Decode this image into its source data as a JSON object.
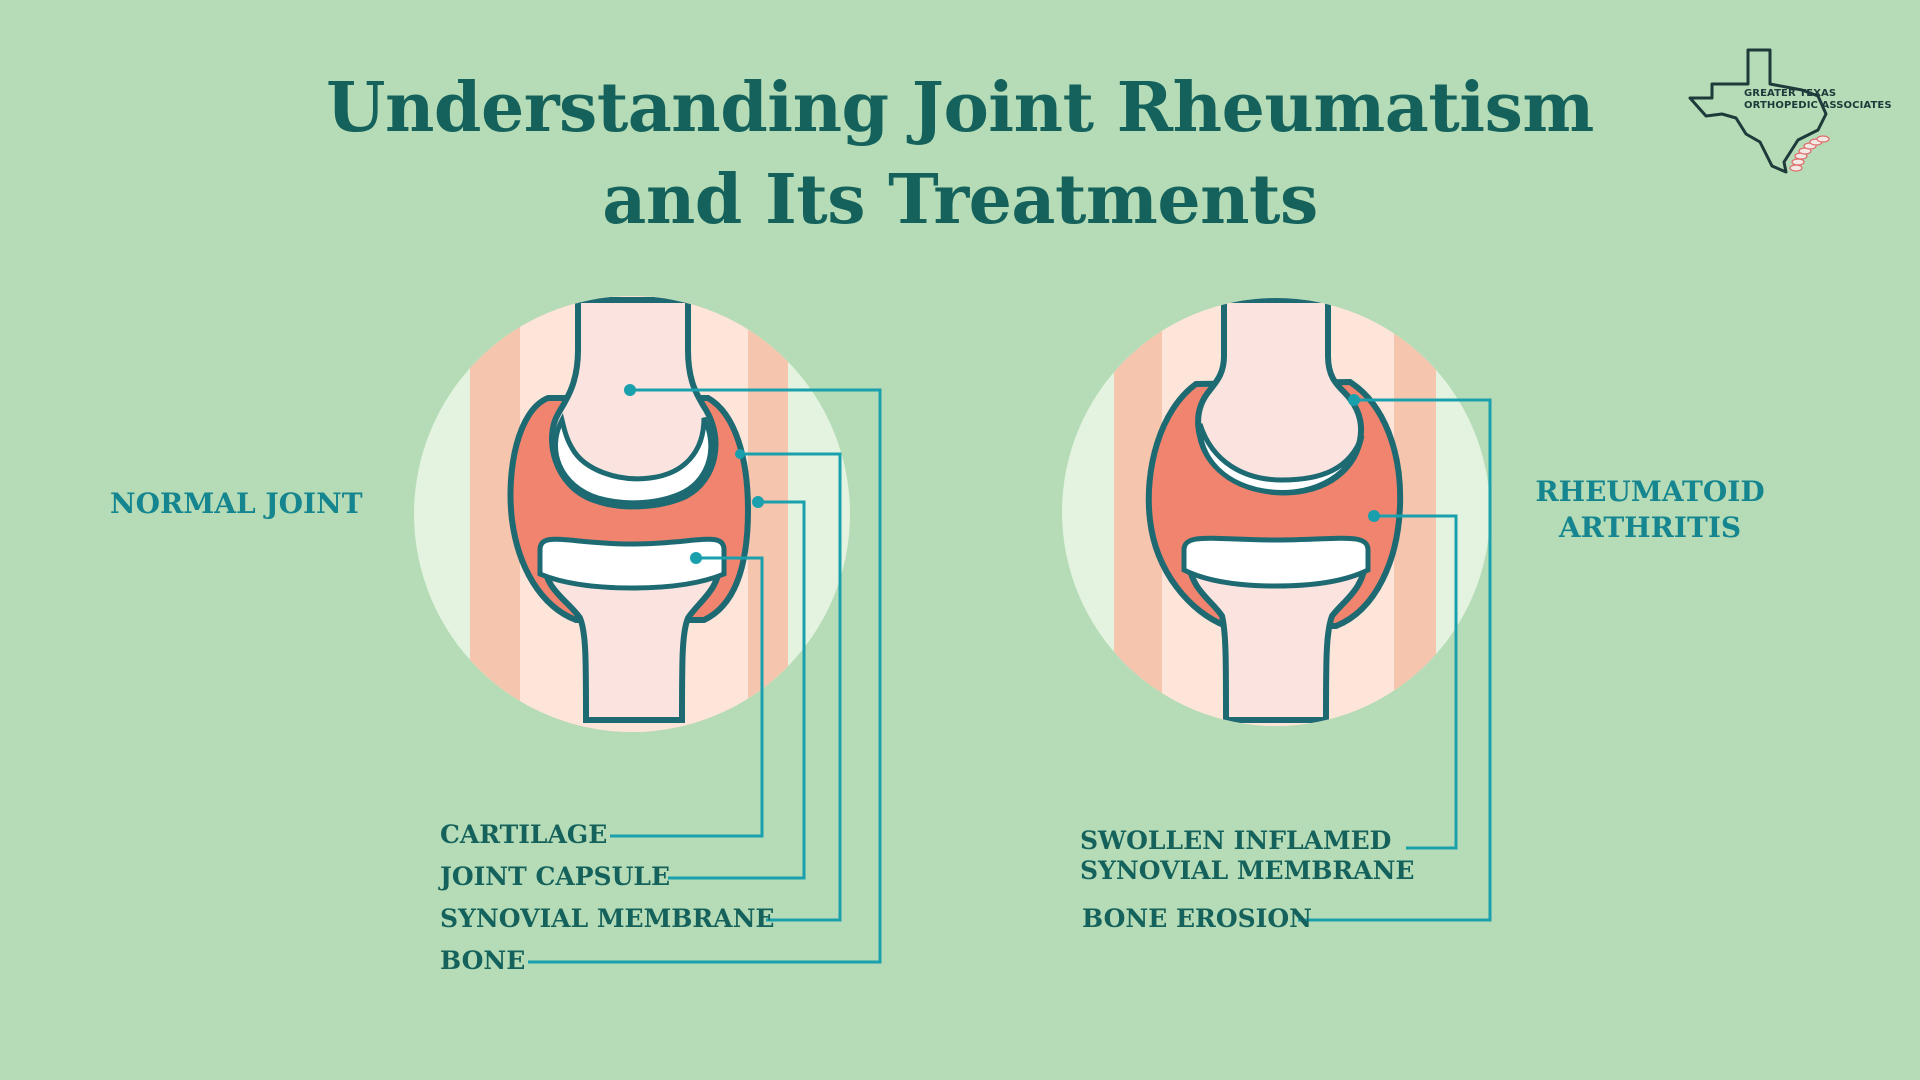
{
  "title": {
    "line1": "Understanding Joint Rheumatism",
    "line2": "and Its Treatments"
  },
  "logo": {
    "line1": "GREATER TEXAS",
    "line2": "ORTHOPEDIC ASSOCIATES",
    "icon": "texas-map-spine-icon"
  },
  "normal_joint": {
    "label": "NORMAL JOINT",
    "callouts": {
      "cartilage": "CARTILAGE",
      "joint_capsule": "JOINT CAPSULE",
      "synovial_membrane": "SYNOVIAL MEMBRANE",
      "bone": "BONE"
    }
  },
  "rheumatoid_arthritis": {
    "label_line1": "RHEUMATOID",
    "label_line2": "ARTHRITIS",
    "callouts": {
      "swollen_line1": "SWOLLEN INFLAMED",
      "swollen_line2": "SYNOVIAL MEMBRANE",
      "bone_erosion": "BONE EROSION"
    }
  },
  "colors": {
    "background": "#b5dcb6",
    "title": "#15625c",
    "label": "#15858f",
    "leader_line": "#1aa0ad",
    "outline": "#1d6a72",
    "synovial": "#f0846e",
    "soft_tissue": "#f6c5ad",
    "bone": "#fbe4df"
  }
}
